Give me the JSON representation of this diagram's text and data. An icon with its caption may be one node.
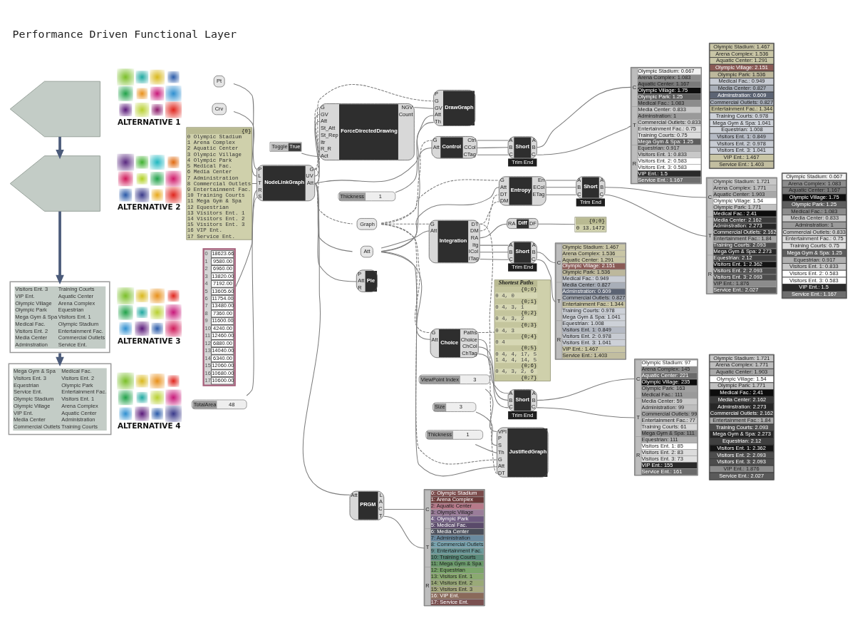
{
  "diagram": {
    "title": "Performance Driven Functional Layer",
    "nodes": [
      {
        "text": [],
        "shape": "picture"
      },
      {
        "text": [],
        "shape": "picture"
      },
      {
        "text": [
          "Visitors Ent. 3",
          "Training Courts",
          "VIP Ent.",
          "Aquatic Center",
          "Olympic Village",
          "Arena Complex",
          "Olympic Park",
          "Equestrian",
          "Mega Gym & Spa",
          "Visitors Ent. 1",
          "Medical Fac.",
          "Olympic Stadium",
          "Visitors Ent. 2",
          "Entertainment Fac.",
          "Media Center",
          "Commercial Outlets",
          "Adminstration",
          "Service Ent."
        ]
      },
      {
        "text": [
          "Mega Gym & Spa",
          "Medical Fac.",
          "Visitors Ent. 3",
          "Visitors Ent. 2",
          "Equestrian",
          "Olympic Park",
          "Service Ent.",
          "Entertainment Fac.",
          "Olympic Stadium",
          "Visitors Ent. 1",
          "Olympic Village",
          "Arena Complex",
          "VIP Ent.",
          "Aquatic Center",
          "Media Center",
          "Administration",
          "Commercial Outlets",
          "Training Courts"
        ]
      },
      {
        "text": [],
        "shape": "picture",
        "beside": [
          "ALTERNATIVE 1"
        ]
      },
      {
        "text": [],
        "shape": "picture",
        "beside": [
          "ALTERNATIVE 2"
        ]
      },
      {
        "text": [],
        "shape": "picture",
        "beside": [
          "ALTERNATIVE 3"
        ]
      },
      {
        "text": [],
        "shape": "picture",
        "beside": [
          "ALTERNATIVE 4"
        ]
      },
      {
        "text": [
          "Pt"
        ]
      },
      {
        "text": [
          "Crv"
        ]
      },
      {
        "text": [
          "{0}",
          "0 Olympic Stadium",
          "1 Arena Complex",
          "2 Aquatic Center",
          "3 Olympic Village",
          "4 Olympic Park",
          "5 Medical Fac.",
          "6 Media Center",
          "7 Administration",
          "8 Commercial Outlets",
          "9 Entertainment Fac.",
          "10 Training Courts",
          "11 Mega Gym & Spa",
          "12 Equestrian",
          "13 Visitors Ent. 1",
          "14 Visitors Ent. 2",
          "15 Visitors Ent. 3",
          "16 VIP Ent.",
          "17 Service Ent."
        ]
      },
      {
        "text": [
          "0",
          "18623.66",
          "1",
          "9580.00",
          "2",
          "6960.00",
          "3",
          "13820.00",
          "4",
          "7192.00",
          "5",
          "13605.60",
          "6",
          "11754.00",
          "7",
          "13480.00",
          "8",
          "7360.00",
          "9",
          "11600.00",
          "10",
          "4240.00",
          "11",
          "12460.00",
          "12",
          "6880.00",
          "13",
          "14040.00",
          "14",
          "6340.00",
          "15",
          "12060.00",
          "16",
          "10680.00",
          "17",
          "10600.00"
        ]
      },
      {
        "text": [
          "TotalArea",
          "48"
        ]
      },
      {
        "text": [
          "P",
          "L",
          "T",
          "R",
          "S",
          "NodeLinkGraph",
          "G",
          "UV",
          "Att"
        ]
      },
      {
        "text": [
          "Toggle",
          "True"
        ]
      },
      {
        "text": [
          "G",
          "GV",
          "Att",
          "St_Att",
          "St_Rep",
          "Itr",
          "R_R",
          "Act",
          "ForceDirectedDrawing",
          "NGV",
          "Count"
        ]
      },
      {
        "text": [
          "Att",
          "PRGM",
          "L",
          "A",
          "C",
          "T"
        ]
      },
      {
        "text": [
          "P",
          "Att",
          "R",
          "Pie"
        ]
      },
      {
        "text": [
          "C",
          "T",
          "R",
          "0: Olympic Stadium",
          "1: Arena Complex",
          "2: Aquatic Center",
          "3: Olympic Village",
          "4: Olympic Park",
          "5: Medical Fac.",
          "6: Media Center",
          "7: Administration",
          "8: Commercial Outlets",
          "9: Entertainment Fac.",
          "10: Training Courts",
          "11: Mega Gym & Spa",
          "12: Equestrian",
          "13: Visitors Ent. 1",
          "14: Visitors Ent. 2",
          "15: Visitors Ent. 3",
          "16: VIP Ent.",
          "17: Service Ent."
        ]
      },
      {
        "text": [
          "P",
          "G",
          "GV",
          "Att",
          "Th",
          "DrawGraph"
        ]
      },
      {
        "text": [
          "Thickness",
          "1"
        ]
      },
      {
        "text": [
          "Graph"
        ]
      },
      {
        "text": [
          "Att"
        ]
      },
      {
        "text": [
          "G",
          "Att",
          "Integration",
          "DT",
          "DM",
          "RA",
          "Itg",
          "ICol",
          "ITag"
        ]
      },
      {
        "text": [
          "RA",
          "Diff",
          "DF"
        ]
      },
      {
        "text": [
          "{0;0}",
          "0 13.1472"
        ]
      },
      {
        "text": [
          "A",
          "B",
          "C",
          "Short",
          "A",
          "B",
          "C"
        ],
        "beside": [
          "Trim End"
        ]
      },
      {
        "text": [
          "C",
          "T",
          "R",
          "Olympic Stadium: 1.467",
          "Arena Complex: 1.536",
          "Aquatic Center: 1.291",
          "Olympic Village: 2.151",
          "Olympic Park: 1.536",
          "Medical Fac.: 0.949",
          "Media Center: 0.827",
          "Adminstration: 0.609",
          "Commercial Outlets: 0.827",
          "Entertainment Fac.: 1.344",
          "Training Courts: 0.978",
          "Mega Gym & Spa: 1.041",
          "Equestrian: 1.008",
          "Visitors Ent. 1: 0.849",
          "Visitors Ent. 2: 0.978",
          "Visitors Ent. 3: 1.041",
          "VIP Ent.: 1.467",
          "Service Ent.: 1.403"
        ]
      },
      {
        "text": [
          "G",
          "Att",
          "Control",
          "Ctrl",
          "CCol",
          "CTag"
        ]
      },
      {
        "text": [
          "A",
          "B",
          "C",
          "Short",
          "A",
          "B",
          "C"
        ],
        "beside": [
          "Trim End"
        ]
      },
      {
        "text": [
          "C",
          "T",
          "R",
          "Olympic Stadium: 0.667",
          "Arena Complex: 1.083",
          "Aquatic Center: 1.167",
          "Olympic Village: 1.75",
          "Olympic Park: 1.25",
          "Medical Fac.: 1.083",
          "Media Center: 0.833",
          "Adminstration: 1",
          "Commercial Outlets: 0.833",
          "Entertainment Fac.: 0.75",
          "Training Courts: 0.75",
          "Mega Gym & Spa: 1.25",
          "Equestrian: 0.917",
          "Visitors Ent. 1: 0.833",
          "Visitors Ent. 2: 0.583",
          "Visitors Ent. 3: 0.583",
          "VIP Ent.: 1.5",
          "Service Ent.: 1.167"
        ]
      },
      {
        "text": [
          "G",
          "Att",
          "DT",
          "DM",
          "Entropy",
          "En",
          "ECol",
          "ETag"
        ]
      },
      {
        "text": [
          "A",
          "B",
          "C",
          "Short",
          "A",
          "B",
          "C"
        ],
        "beside": [
          "Trim End"
        ]
      },
      {
        "text": [
          "C",
          "T",
          "R",
          "Olympic Stadium: 1.721",
          "Arena Complex: 1.771",
          "Aquatic Center: 1.903",
          "Olympic Village: 1.54",
          "Olympic Park: 1.771",
          "Medical Fac.: 2.41",
          "Media Center: 2.162",
          "Adminstration: 2.273",
          "Commercial Outlets: 2.162",
          "Entertainment Fac.: 1.84",
          "Training Courts: 2.093",
          "Mega Gym & Spa: 2.273",
          "Equestrian: 2.12",
          "Visitors Ent. 1: 2.362",
          "Visitors Ent. 2: 2.093",
          "Visitors Ent. 3: 2.093",
          "VIP Ent.: 1.876",
          "Service Ent.: 2.027"
        ]
      },
      {
        "text": [
          "G",
          "Att",
          "Choice",
          "Paths",
          "Choice",
          "ChCol",
          "ChTag"
        ]
      },
      {
        "text": [
          "A",
          "B",
          "C",
          "Short",
          "A",
          "B",
          "C"
        ],
        "beside": [
          "Trim End"
        ]
      },
      {
        "text": [
          "C",
          "T",
          "R",
          "Olympic Stadium: 97",
          "Arena Complex: 145",
          "Aquatic Center: 221",
          "Olympic Village: 235",
          "Olympic Park: 163",
          "Medical Fac.: 111",
          "Media Center: 59",
          "Administration: 99",
          "Commercial Outlets: 99",
          "Entertainment Fac.: 77",
          "Training Courts: 61",
          "Mega Gym & Spa: 111",
          "Equestrian: 111",
          "Visitors Ent. 1: 85",
          "Visitors Ent. 2: 83",
          "Visitors Ent. 3: 73",
          "VIP Ent.: 155",
          "Service Ent.: 161"
        ]
      },
      {
        "text": [
          "Shortest Paths",
          "{0;0}",
          "0 4, 0",
          "{0;1}",
          "0 4, 3, 1",
          "{0;2}",
          "0 4, 3, 2",
          "{0;3}",
          "0 4, 3",
          "{0;4}",
          "0 4",
          "{0;5}",
          "0 4, 4, 17, 5",
          "1 4, 4, 14, 5",
          "{0;6}",
          "0 4, 3, 2, 6",
          "{0;7}"
        ]
      },
      {
        "text": [
          "ViewPoint Index",
          "3"
        ]
      },
      {
        "text": [
          "Size",
          "3"
        ]
      },
      {
        "text": [
          "Thickness",
          "1"
        ]
      },
      {
        "text": [
          "VPI",
          "P",
          "S",
          "Th",
          "G",
          "Att",
          "DT",
          "JustifiedGraph"
        ]
      },
      {
        "text": [
          "Olympic Stadium: 1.467",
          "Arena Complex: 1.536",
          "Aquatic Center: 1.291",
          "Olympic Village: 2.151",
          "Olympic Park: 1.536",
          "Medical Fac.: 0.949",
          "Media Center: 0.827",
          "Adminstration: 0.609",
          "Commercial Outlets: 0.827",
          "Entertainment Fac.: 1.344",
          "Training Courts: 0.978",
          "Mega Gym & Spa: 1.041",
          "Equestrian: 1.008",
          "Visitors Ent. 1: 0.849",
          "Visitors Ent. 2: 0.978",
          "Visitors Ent. 3: 1.041",
          "VIP Ent.: 1.467",
          "Service Ent.: 1.403"
        ]
      },
      {
        "text": [
          "Olympic Stadium: 0.667",
          "Arena Complex: 1.083",
          "Aquatic Center: 1.167",
          "Olympic Village: 1.75",
          "Olympic Park: 1.25",
          "Medical Fac.: 1.083",
          "Media Center: 0.833",
          "Adminstration: 1",
          "Commercial Outlets: 0.833",
          "Entertainment Fac.: 0.75",
          "Training Courts: 0.75",
          "Mega Gym & Spa: 1.25",
          "Equestrian: 0.917",
          "Visitors Ent. 1: 0.833",
          "Visitors Ent. 2: 0.583",
          "Visitors Ent. 3: 0.583",
          "VIP Ent.: 1.5",
          "Service Ent.: 1.167"
        ]
      },
      {
        "text": [
          "Olympic Stadium: 1.721",
          "Arena Complex: 1.771",
          "Aquatic Center: 1.903",
          "Olympic Village: 1.54",
          "Olympic Park: 1.771",
          "Medical Fac.: 2.41",
          "Media Center: 2.162",
          "Adminstration: 2.273",
          "Commercial Outlets: 2.162",
          "Entertainment Fac.: 1.84",
          "Training Courts: 2.093",
          "Mega Gym & Spa: 2.273",
          "Equestrian: 2.12",
          "Visitors Ent. 1: 2.362",
          "Visitors Ent. 2: 2.093",
          "Visitors Ent. 3: 2.093",
          "VIP Ent.: 1.876",
          "Service Ent.: 2.027"
        ]
      }
    ],
    "edges": [
      {
        "from": 0,
        "to": 1,
        "arrow": "to",
        "style": "thick",
        "color": "#4b5b7a"
      },
      {
        "from": 1,
        "to": 2,
        "arrow": "to",
        "style": "thick",
        "color": "#4b5b7a"
      },
      {
        "from": 2,
        "to": 3,
        "arrow": "to",
        "style": "thick",
        "color": "#4b5b7a"
      },
      {
        "from": 8,
        "to": 13,
        "arrow": "none"
      },
      {
        "from": 9,
        "to": 13,
        "arrow": "none"
      },
      {
        "from": 10,
        "to": 13,
        "arrow": "none"
      },
      {
        "from": 11,
        "to": 13,
        "arrow": "none"
      },
      {
        "from": 12,
        "to": 13,
        "arrow": "none"
      },
      {
        "from": 13,
        "to": 15,
        "arrow": "none",
        "style": "dashed"
      },
      {
        "from": 13,
        "to": 15,
        "arrow": "none"
      },
      {
        "from": 13,
        "to": 15,
        "arrow": "none"
      },
      {
        "from": 14,
        "to": 15,
        "arrow": "none"
      },
      {
        "from": 13,
        "to": 16,
        "arrow": "none"
      },
      {
        "from": 13,
        "to": 17,
        "arrow": "none"
      },
      {
        "from": 15,
        "to": 19,
        "arrow": "none"
      },
      {
        "from": 13,
        "to": 19,
        "arrow": "none",
        "style": "dashed"
      },
      {
        "from": 13,
        "to": 19,
        "arrow": "none"
      },
      {
        "from": 20,
        "to": 19,
        "arrow": "none"
      },
      {
        "from": 16,
        "to": 18,
        "arrow": "none"
      },
      {
        "from": 16,
        "to": 18,
        "arrow": "none"
      },
      {
        "from": 13,
        "to": 21,
        "arrow": "none",
        "style": "dashed"
      },
      {
        "from": 13,
        "to": 22,
        "arrow": "none"
      },
      {
        "from": 21,
        "to": 23,
        "arrow": "none",
        "style": "dashed"
      },
      {
        "from": 22,
        "to": 23,
        "arrow": "none"
      },
      {
        "from": 23,
        "to": 24,
        "arrow": "none"
      },
      {
        "from": 24,
        "to": 25,
        "arrow": "none"
      },
      {
        "from": 23,
        "to": 26,
        "arrow": "none"
      },
      {
        "from": 23,
        "to": 26,
        "arrow": "none"
      },
      {
        "from": 23,
        "to": 26,
        "arrow": "none"
      },
      {
        "from": 26,
        "to": 27,
        "arrow": "none"
      },
      {
        "from": 26,
        "to": 27,
        "arrow": "none"
      },
      {
        "from": 21,
        "to": 28,
        "arrow": "none",
        "style": "dashed"
      },
      {
        "from": 22,
        "to": 28,
        "arrow": "none"
      },
      {
        "from": 28,
        "to": 29,
        "arrow": "none"
      },
      {
        "from": 28,
        "to": 29,
        "arrow": "none"
      },
      {
        "from": 28,
        "to": 29,
        "arrow": "none"
      },
      {
        "from": 29,
        "to": 30,
        "arrow": "none"
      },
      {
        "from": 29,
        "to": 30,
        "arrow": "none"
      },
      {
        "from": 21,
        "to": 31,
        "arrow": "none",
        "style": "dashed"
      },
      {
        "from": 22,
        "to": 31,
        "arrow": "none"
      },
      {
        "from": 23,
        "to": 31,
        "arrow": "none",
        "style": "dashed"
      },
      {
        "from": 23,
        "to": 31,
        "arrow": "none",
        "style": "dashed"
      },
      {
        "from": 31,
        "to": 32,
        "arrow": "none"
      },
      {
        "from": 31,
        "to": 32,
        "arrow": "none"
      },
      {
        "from": 31,
        "to": 32,
        "arrow": "none"
      },
      {
        "from": 32,
        "to": 33,
        "arrow": "none"
      },
      {
        "from": 32,
        "to": 33,
        "arrow": "none"
      },
      {
        "from": 21,
        "to": 34,
        "arrow": "none",
        "style": "dashed"
      },
      {
        "from": 22,
        "to": 34,
        "arrow": "none"
      },
      {
        "from": 34,
        "to": 35,
        "arrow": "none"
      },
      {
        "from": 34,
        "to": 35,
        "arrow": "none"
      },
      {
        "from": 34,
        "to": 35,
        "arrow": "none"
      },
      {
        "from": 35,
        "to": 36,
        "arrow": "none"
      },
      {
        "from": 35,
        "to": 36,
        "arrow": "none"
      },
      {
        "from": 34,
        "to": 37,
        "arrow": "none",
        "style": "dashed"
      },
      {
        "from": 38,
        "to": 41,
        "arrow": "none"
      },
      {
        "from": 39,
        "to": 41,
        "arrow": "none"
      },
      {
        "from": 40,
        "to": 41,
        "arrow": "none"
      },
      {
        "from": 21,
        "to": 41,
        "arrow": "none",
        "style": "dashed"
      },
      {
        "from": 22,
        "to": 41,
        "arrow": "none"
      },
      {
        "from": 23,
        "to": 41,
        "arrow": "none",
        "style": "dashed"
      }
    ]
  }
}
